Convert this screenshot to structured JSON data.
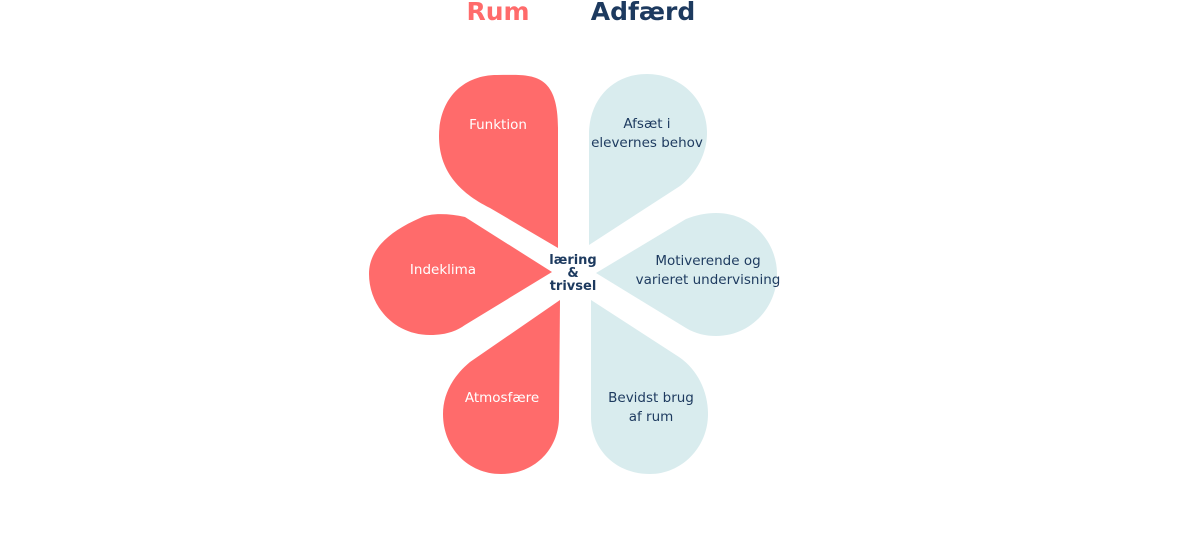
{
  "headings": {
    "left": "Rum",
    "right": "Adfærd"
  },
  "center": {
    "line1": "læring",
    "line2": "&",
    "line3": "trivsel"
  },
  "petals": {
    "funktion": {
      "line1": "Funktion"
    },
    "indeklima": {
      "line1": "Indeklima"
    },
    "atmosfaere": {
      "line1": "Atmosfære"
    },
    "afsaet": {
      "line1": "Afsæt i",
      "line2": "elevernes behov"
    },
    "motiverende": {
      "line1": "Motiverende og",
      "line2": "varieret undervisning"
    },
    "bevidst": {
      "line1": "Bevidst brug",
      "line2": "af rum"
    }
  },
  "colors": {
    "rum": "#ff6b6b",
    "adfaerd_fill": "#d9ecee",
    "adfaerd_text": "#1d3a5f",
    "rum_text": "#ffffff"
  }
}
